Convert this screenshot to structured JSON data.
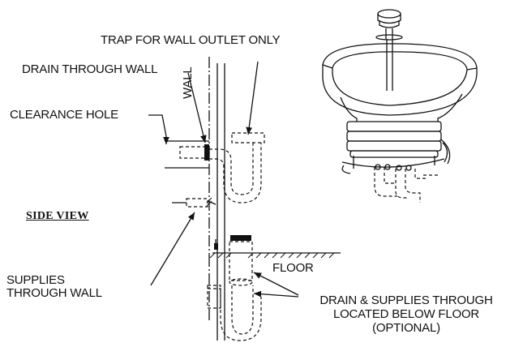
{
  "labels": {
    "trap": "TRAP FOR WALL OUTLET ONLY",
    "drain_wall": "DRAIN THROUGH WALL",
    "clearance": "CLEARANCE HOLE",
    "wall": "WALL",
    "side_view": "SIDE VIEW",
    "floor": "FLOOR",
    "supplies_line1": "SUPPLIES",
    "supplies_line2": "THROUGH WALL",
    "drain_floor_line1": "DRAIN & SUPPLIES THROUGH",
    "drain_floor_line2": "LOCATED BELOW FLOOR",
    "drain_floor_line3": "(OPTIONAL)"
  }
}
